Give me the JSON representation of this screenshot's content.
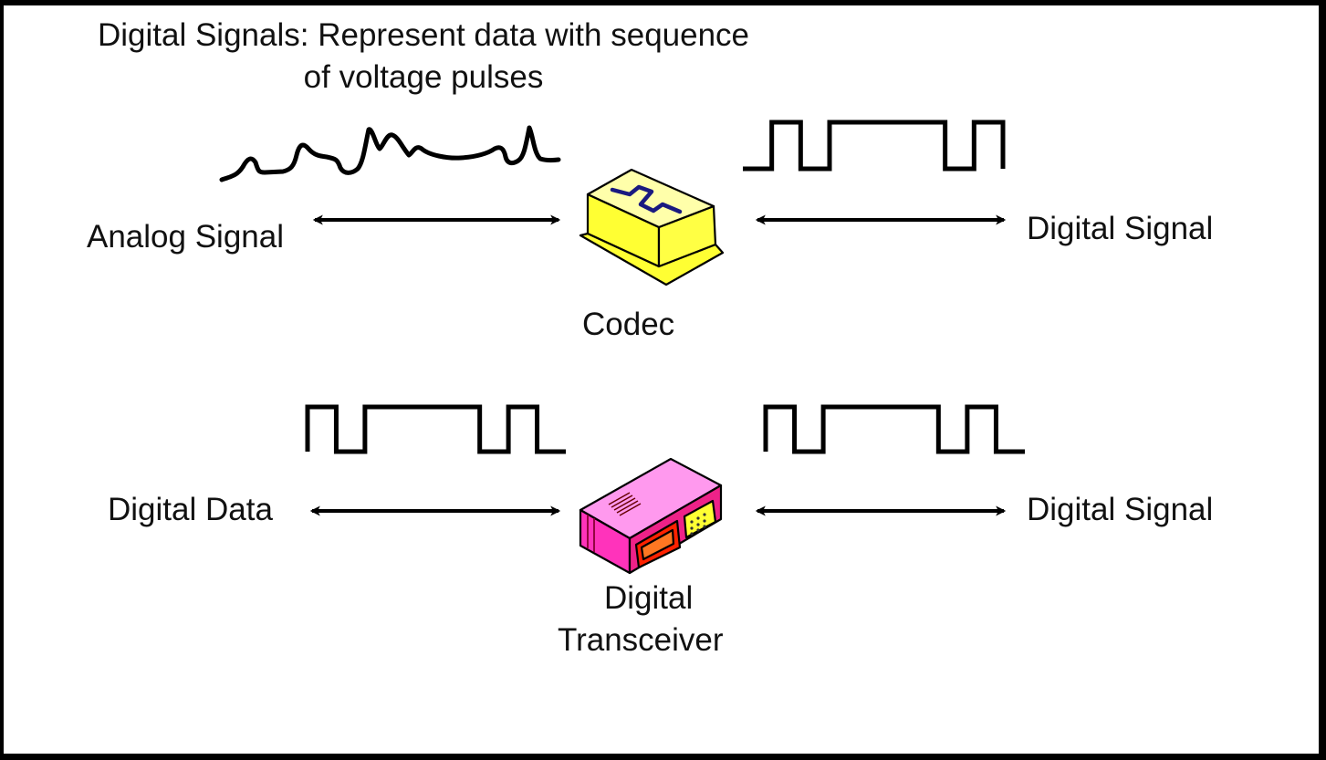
{
  "title": {
    "line1": "Digital Signals: Represent data with sequence",
    "line2": "of voltage pulses"
  },
  "rows": [
    {
      "left_label": "Analog Signal",
      "left_waveform": "analog",
      "device": {
        "label": "Codec",
        "icon": "codec-chip-icon",
        "color": "#ffff33"
      },
      "right_label": "Digital Signal",
      "right_waveform": "digital"
    },
    {
      "left_label": "Digital Data",
      "left_waveform": "digital",
      "device": {
        "label_line1": "Digital",
        "label_line2": "Transceiver",
        "icon": "transceiver-box-icon",
        "color": "#ff66cc"
      },
      "right_label": "Digital Signal",
      "right_waveform": "digital"
    }
  ],
  "digital_bit_pattern": [
    0,
    1,
    0,
    1,
    1,
    1,
    1,
    0,
    1
  ],
  "colors": {
    "frame": "#000000",
    "background": "#ffffff",
    "codec_fill": "#ffff33",
    "codec_top": "#ffffaa",
    "codec_trace": "#1a1a80",
    "transceiver_top": "#ff99ee",
    "transceiver_side": "#ff33aa",
    "transceiver_panel": "#ff2200",
    "transceiver_keypad": "#ffff33"
  }
}
